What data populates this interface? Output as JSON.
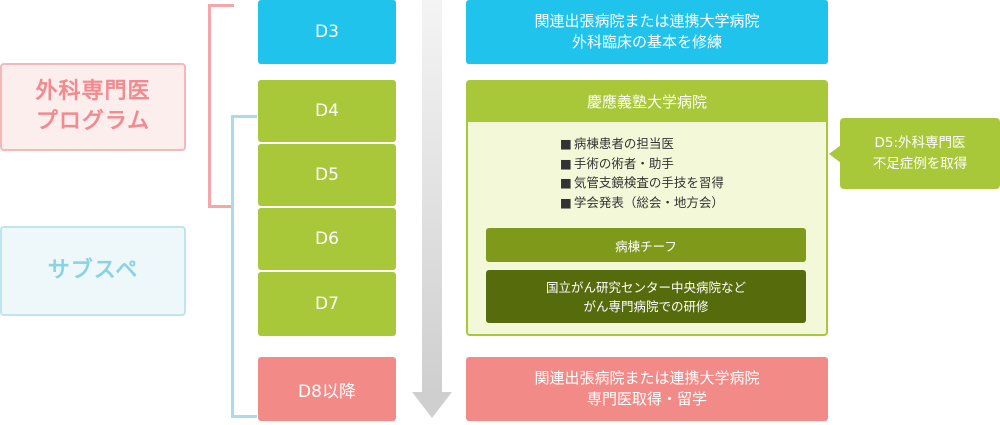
{
  "left_labels": {
    "surgical_program": "外科専門医\nプログラム",
    "subspecialty": "サブスペ"
  },
  "years": [
    "D3",
    "D4",
    "D5",
    "D6",
    "D7",
    "D8以降"
  ],
  "boxes": {
    "d3_text": "関連出張病院または連携大学病院\n外科臨床の基本を修練",
    "keio_title": "慶應義塾大学病院",
    "keio_items": [
      "病棟患者の担当医",
      "手術の術者・助手",
      "気管支鏡検査の手技を習得",
      "学会発表（総会・地方会）"
    ],
    "ward_chief": "病棟チーフ",
    "external_training": "国立がん研究センター中央病院など\nがん専門病院での研修",
    "d8_text": "関連出張病院または連携大学病院\n専門医取得・留学"
  },
  "side_note": "D5:外科専門医\n不足症例を取得",
  "colors": {
    "cyan": "#1fc3ec",
    "lime": "#a8c83a",
    "light_lime_panel": "#f3f8d9",
    "olive": "#7f9a1b",
    "dark_olive": "#566b0c",
    "pink": "#f28b88",
    "pink_label_bg": "#fdeeee",
    "pink_label_text": "#f28a8f",
    "cyan_label_bg": "#eef8fb",
    "cyan_label_text": "#8ad3e3"
  }
}
